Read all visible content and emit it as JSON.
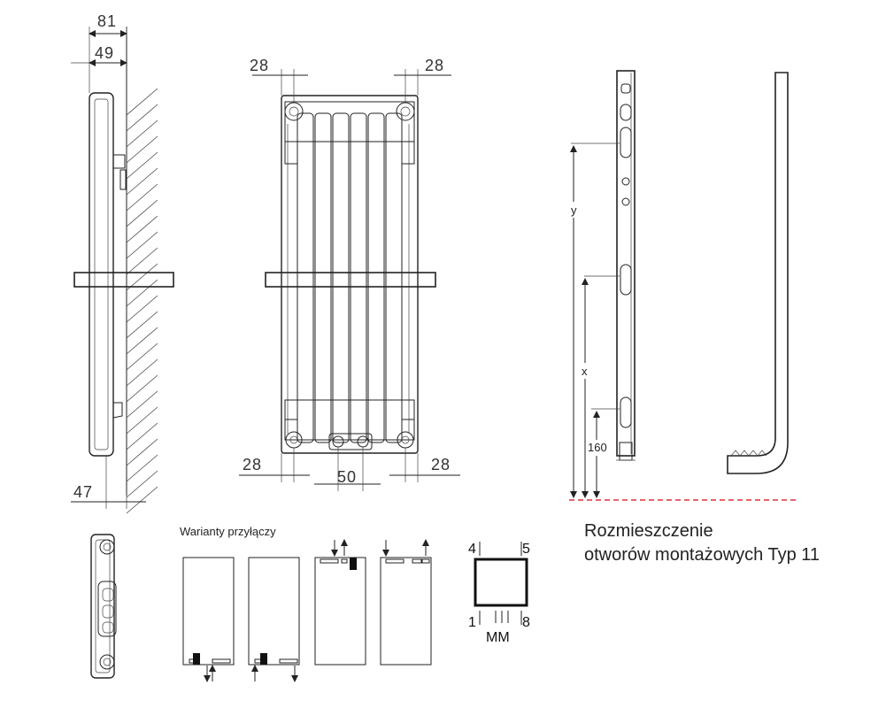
{
  "dimensions": {
    "side_total_depth": "81",
    "side_wall_offset": "49",
    "side_bottom_offset": "47",
    "front_top_left": "28",
    "front_top_right": "28",
    "front_bottom_left": "28",
    "front_bottom_right": "28",
    "front_bottom_center": "50"
  },
  "bracket": {
    "label_y": "y",
    "label_x": "x",
    "label_height": "160"
  },
  "variants": {
    "title": "Warianty przyłączy"
  },
  "connection_diagram": {
    "label_4": "4",
    "label_5": "5",
    "label_1": "1",
    "label_8": "8",
    "label_mm": "MM"
  },
  "caption": {
    "line1": "Rozmieszczenie",
    "line2": "otworów montażowych Typ 11"
  },
  "colors": {
    "floor_line": "#e0313a",
    "connector_fill": "#111111"
  }
}
